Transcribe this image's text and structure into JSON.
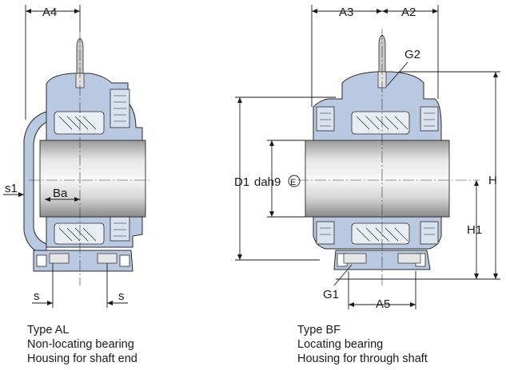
{
  "colors": {
    "housing": "#b9c9e1",
    "shaft_light": "#f4f4f4",
    "shaft_dark": "#8e8e8e",
    "line": "#1a1a1a"
  },
  "left": {
    "labels": {
      "a4": "A4",
      "s1": "s1",
      "ba": "Ba",
      "s_left": "s",
      "s_right": "s"
    },
    "caption": [
      "Type AL",
      "Non-locating bearing",
      "Housing for shaft end"
    ]
  },
  "right": {
    "labels": {
      "a3": "A3",
      "a2": "A2",
      "g2": "G2",
      "d1": "D1",
      "da": "dah9",
      "e_mark": "E",
      "h": "H",
      "h1": "H1",
      "g1": "G1",
      "a5": "A5"
    },
    "caption": [
      "Type BF",
      "Locating bearing",
      "Housing for through shaft"
    ]
  }
}
